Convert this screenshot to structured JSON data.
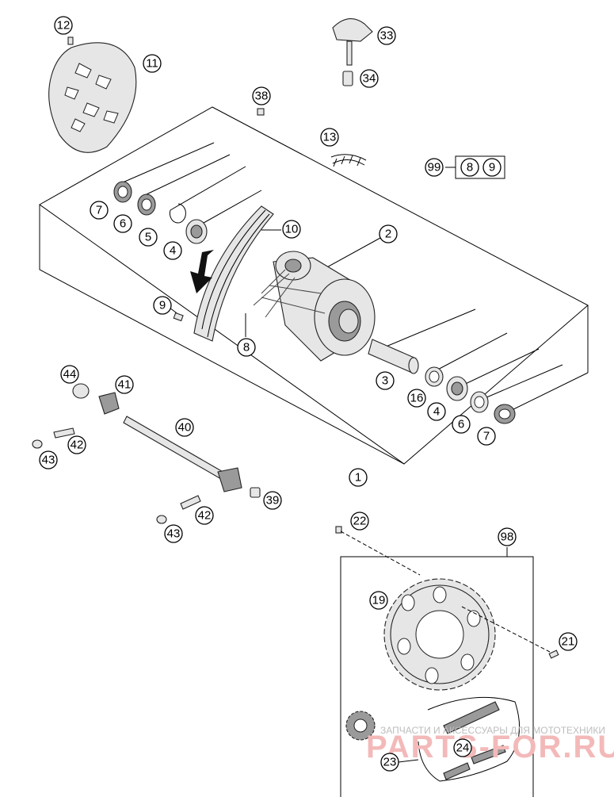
{
  "callouts": {
    "c1": "1",
    "c2": "2",
    "c3": "3",
    "c4a": "4",
    "c4b": "4",
    "c5": "5",
    "c6a": "6",
    "c6b": "6",
    "c7a": "7",
    "c7b": "7",
    "c8": "8",
    "c9": "9",
    "c10": "10",
    "c11": "11",
    "c12": "12",
    "c13": "13",
    "c16": "16",
    "c19": "19",
    "c21": "21",
    "c22": "22",
    "c23": "23",
    "c24": "24",
    "c33": "33",
    "c34": "34",
    "c38": "38",
    "c39": "39",
    "c40": "40",
    "c41": "41",
    "c42a": "42",
    "c42b": "42",
    "c43a": "43",
    "c43b": "43",
    "c44": "44",
    "c98": "98"
  },
  "kit": {
    "label": "99",
    "items": [
      "8",
      "9"
    ]
  },
  "watermark": {
    "tagline": "ЗАПЧАСТИ И АКСЕССУАРЫ ДЛЯ МОТОТЕХНИКИ",
    "brand": "PARTS-FOR.RU"
  }
}
